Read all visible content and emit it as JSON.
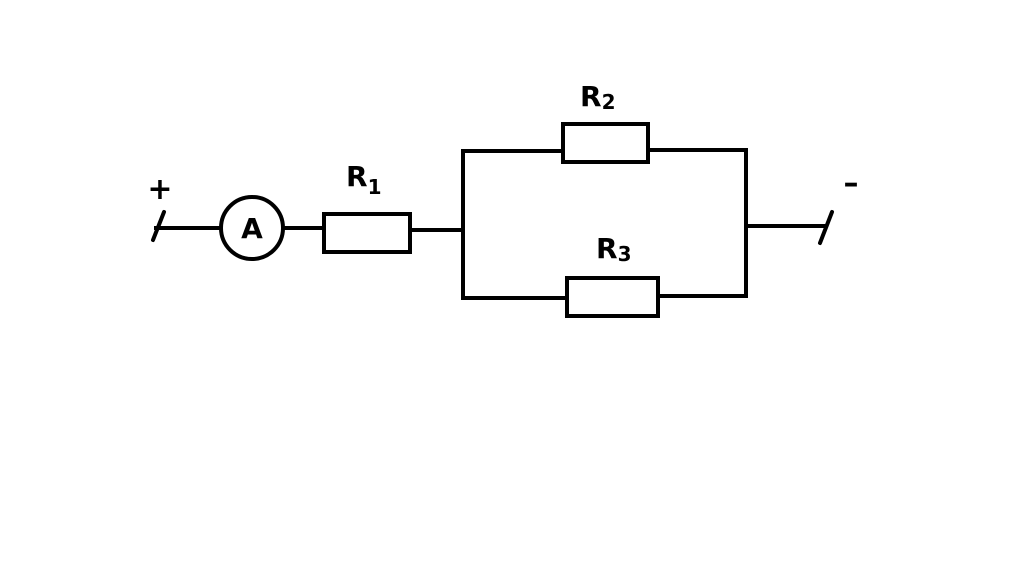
{
  "terminals": {
    "positive": "+",
    "negative": "–"
  },
  "ammeter": {
    "symbol": "A"
  },
  "resistors": [
    {
      "letter": "R",
      "subscript": "1"
    },
    {
      "letter": "R",
      "subscript": "2"
    },
    {
      "letter": "R",
      "subscript": "3"
    }
  ]
}
